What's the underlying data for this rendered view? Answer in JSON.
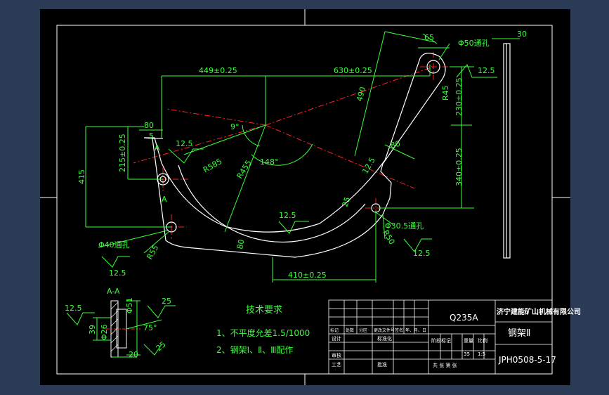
{
  "colors": {
    "window_bg": "#2b3a55",
    "sheet_bg": "#000000",
    "outline": "#ffffff",
    "dimension": "#39ff39",
    "centerline": "#ff2020",
    "tech_text": "#39ff39",
    "title_text": "#ffffff"
  },
  "dimensions": {
    "d449": "449±0.25",
    "d630": "630±0.25",
    "d65": "65",
    "hole50": "Φ50通孔",
    "d30_right": "30",
    "rough_top": "12.5",
    "d490": "490",
    "d230": "230±0.25",
    "r45": "R45",
    "d80_left": "80",
    "d215": "215±0.25",
    "d415": "415",
    "r585": "R585",
    "r455": "R455",
    "ang9": "9°",
    "ang148": "148°",
    "rough_left": "12.5",
    "sec_A_top": "A",
    "sec_A_bot": "A",
    "d5": "5",
    "d80_right": "80",
    "d340": "340±0.25",
    "rough_mid": "12.5",
    "d25": "25",
    "hole30": "Φ30.5通孔",
    "r50": "R50",
    "rough_right": "12.5",
    "d80_bottom": "80",
    "hole40": "Φ40通孔",
    "r55": "R55",
    "rough_bl": "12.5",
    "d410": "410±0.25",
    "d12_5_small": "12.5",
    "section_label": "A-A",
    "sec_rough": "12.5",
    "sec_d39": "39",
    "sec_d26": "Φ26",
    "sec_d51": "Φ51",
    "sec_d25a": "25",
    "sec_ang75": "75°",
    "sec_d25b": "25",
    "sec_d20": "20"
  },
  "technical_requirements": {
    "heading": "技术要求",
    "line1": "1、不平度允差1.5/1000",
    "line2": "2、钢架Ⅰ、Ⅱ、Ⅲ配作"
  },
  "title_block": {
    "material": "Q235A",
    "company": "济宁建能矿山机械有限公司",
    "part_name": "钢架Ⅱ",
    "drawing_number": "JPH0508-5-17",
    "row_labels": [
      "标记",
      "处数",
      "分区",
      "更改文件号",
      "签名",
      "年、月、日"
    ],
    "design": "设计",
    "standardize": "标准化",
    "check": "审核",
    "process": "工艺",
    "approve": "批准",
    "stage_mark": "阶段标记",
    "weight": "重量",
    "scale": "比例",
    "weight_value": "35",
    "scale_value": "1:5",
    "sheet_info": "共  张  第  张"
  }
}
